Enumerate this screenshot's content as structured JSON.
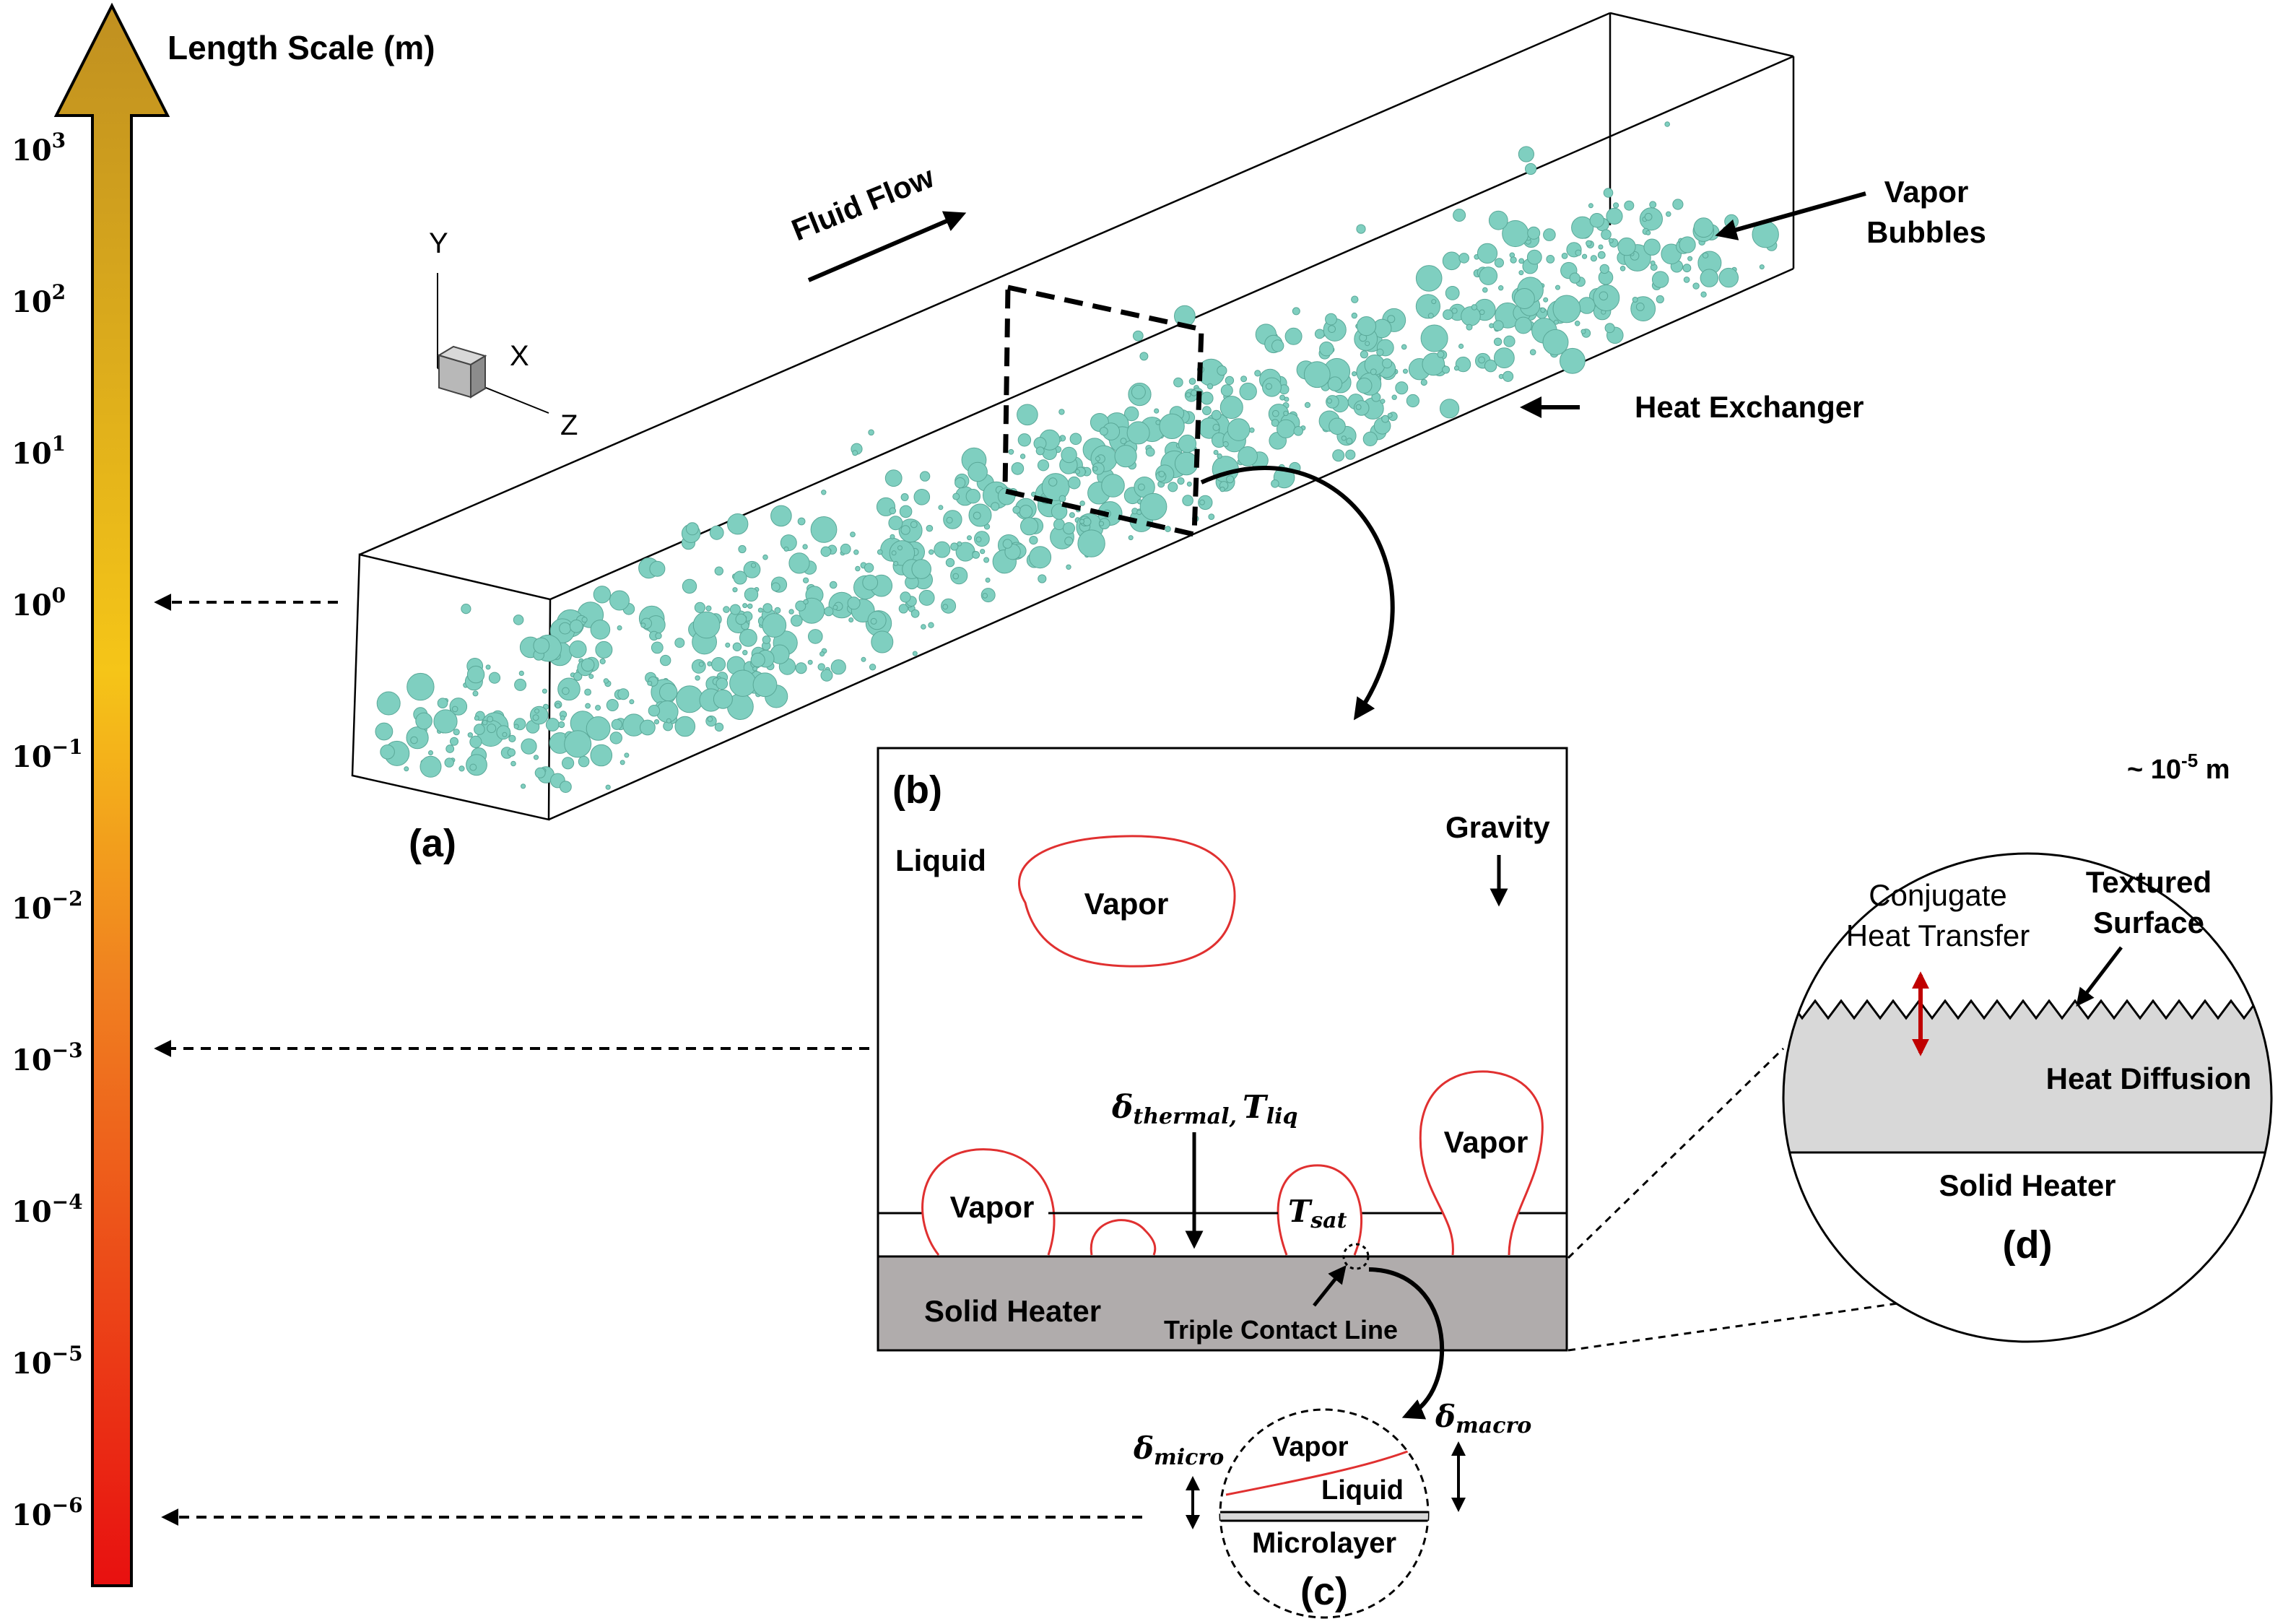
{
  "scale": {
    "title": "Length Scale (m)",
    "ticks": [
      {
        "base": "10",
        "exp": "3"
      },
      {
        "base": "10",
        "exp": "2"
      },
      {
        "base": "10",
        "exp": "1"
      },
      {
        "base": "10",
        "exp": "0"
      },
      {
        "base": "10",
        "exp": "−1"
      },
      {
        "base": "10",
        "exp": "−2"
      },
      {
        "base": "10",
        "exp": "−3"
      },
      {
        "base": "10",
        "exp": "−4"
      },
      {
        "base": "10",
        "exp": "−5"
      },
      {
        "base": "10",
        "exp": "−6"
      }
    ],
    "colors": {
      "top": "#c09020",
      "mid": "#f5c518",
      "low": "#f08020",
      "bottom": "#e81010"
    }
  },
  "panel_a": {
    "label": "(a)",
    "fluid_flow": "Fluid Flow",
    "vapor_bubbles_line1": "Vapor",
    "vapor_bubbles_line2": "Bubbles",
    "heat_exchanger": "Heat Exchanger",
    "axes": {
      "y": "Y",
      "x": "X",
      "z": "Z"
    },
    "bubble_color": "#7fcfc0"
  },
  "panel_b": {
    "label": "(b)",
    "liquid": "Liquid",
    "gravity": "Gravity",
    "vapor": "Vapor",
    "delta_thermal": "δ",
    "delta_thermal_sub": "thermal,",
    "t_liq": "T",
    "t_liq_sub": "liq",
    "t_sat": "T",
    "t_sat_sub": "sat",
    "solid_heater": "Solid Heater",
    "triple_contact_line": "Triple Contact Line",
    "heater_color": "#b0acac",
    "interface_color": "#e03030"
  },
  "panel_c": {
    "label": "(c)",
    "vapor": "Vapor",
    "liquid": "Liquid",
    "microlayer": "Microlayer",
    "delta_micro": "δ",
    "delta_micro_sub": "micro",
    "delta_macro": "δ",
    "delta_macro_sub": "macro"
  },
  "panel_d": {
    "label": "(d)",
    "scale_note": "~ 10",
    "scale_exp": "-5",
    "scale_unit": " m",
    "conjugate_line1": "Conjugate",
    "conjugate_line2": "Heat Transfer",
    "textured_line1": "Textured",
    "textured_line2": "Surface",
    "heat_diffusion": "Heat Diffusion",
    "solid_heater": "Solid Heater",
    "fill_color": "#d8d8d8",
    "arrow_color": "#c00000"
  }
}
